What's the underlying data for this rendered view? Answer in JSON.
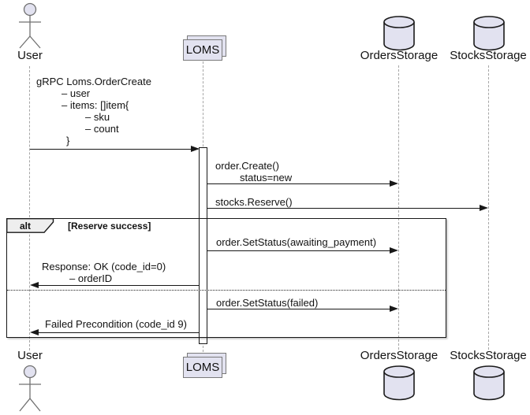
{
  "participants": {
    "user": "User",
    "loms": "LOMS",
    "orders_storage": "OrdersStorage",
    "stocks_storage": "StocksStorage"
  },
  "frame": {
    "keyword": "alt",
    "condition": "[Reserve success]"
  },
  "messages": {
    "order_create_request": {
      "lines": [
        "gRPC Loms.OrderCreate",
        "– user",
        "– items: []item{",
        "– sku",
        "– count",
        "}"
      ]
    },
    "order_create_db": {
      "lines": [
        "order.Create()",
        "status=new"
      ]
    },
    "stocks_reserve": {
      "label": "stocks.Reserve()"
    },
    "set_status_awaiting": {
      "label": "order.SetStatus(awaiting_payment)"
    },
    "response_ok": {
      "lines": [
        "Response: OK (code_id=0)",
        "– orderID"
      ]
    },
    "set_status_failed": {
      "label": "order.SetStatus(failed)"
    },
    "failed_precondition": {
      "label": "Failed Precondition (code_id 9)"
    }
  },
  "colors": {
    "participant_fill": "#E2E2F0",
    "frame_tab_fill": "#EEEEEE",
    "stroke": "#181818",
    "lifeline": "#A6A6A6"
  }
}
